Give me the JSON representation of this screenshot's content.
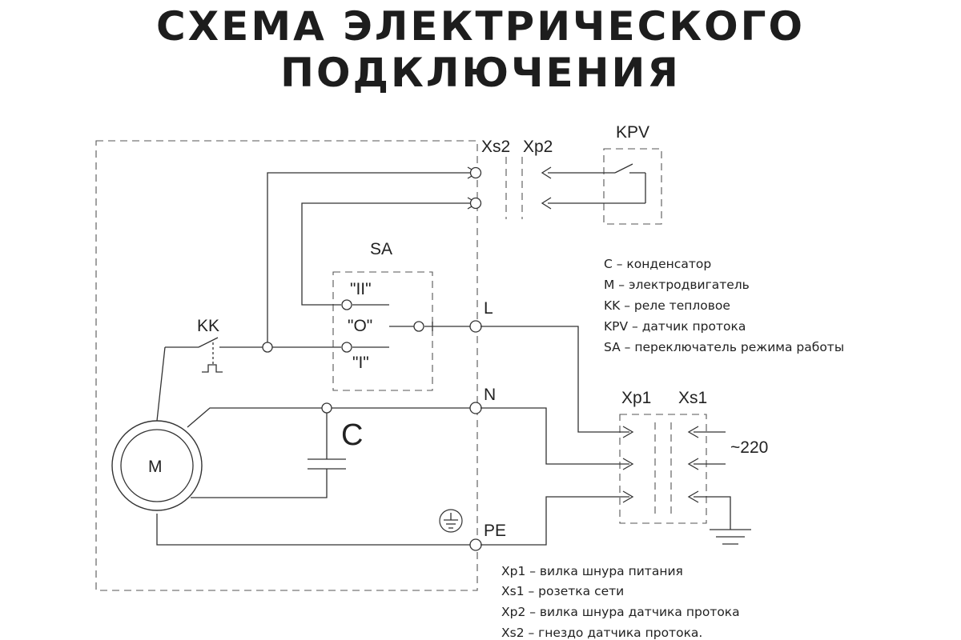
{
  "title": {
    "line1": "СХЕМА ЭЛЕКТРИЧЕСКОГО",
    "line2": "ПОДКЛЮЧЕНИЯ"
  },
  "labels": {
    "xs2": "Xs2",
    "xp2": "Xp2",
    "kpv": "KPV",
    "sa": "SA",
    "kk": "KK",
    "pos_ii": "\"II\"",
    "pos_o": "\"O\"",
    "pos_i": "\"I\"",
    "l": "L",
    "n": "N",
    "pe": "PE",
    "c": "C",
    "m": "M",
    "xp1": "Xp1",
    "xs1": "Xs1",
    "voltage": "~220"
  },
  "legend_top": [
    "C – конденсатор",
    "M – электродвигатель",
    "KK – реле тепловое",
    "KPV – датчик протока",
    "SA – переключатель режима работы"
  ],
  "legend_bottom": [
    "Xp1 – вилка шнура питания",
    "Xs1 – розетка сети",
    "Xp2 – вилка шнура датчика протока",
    "Xs2 – гнездо датчика протока."
  ]
}
